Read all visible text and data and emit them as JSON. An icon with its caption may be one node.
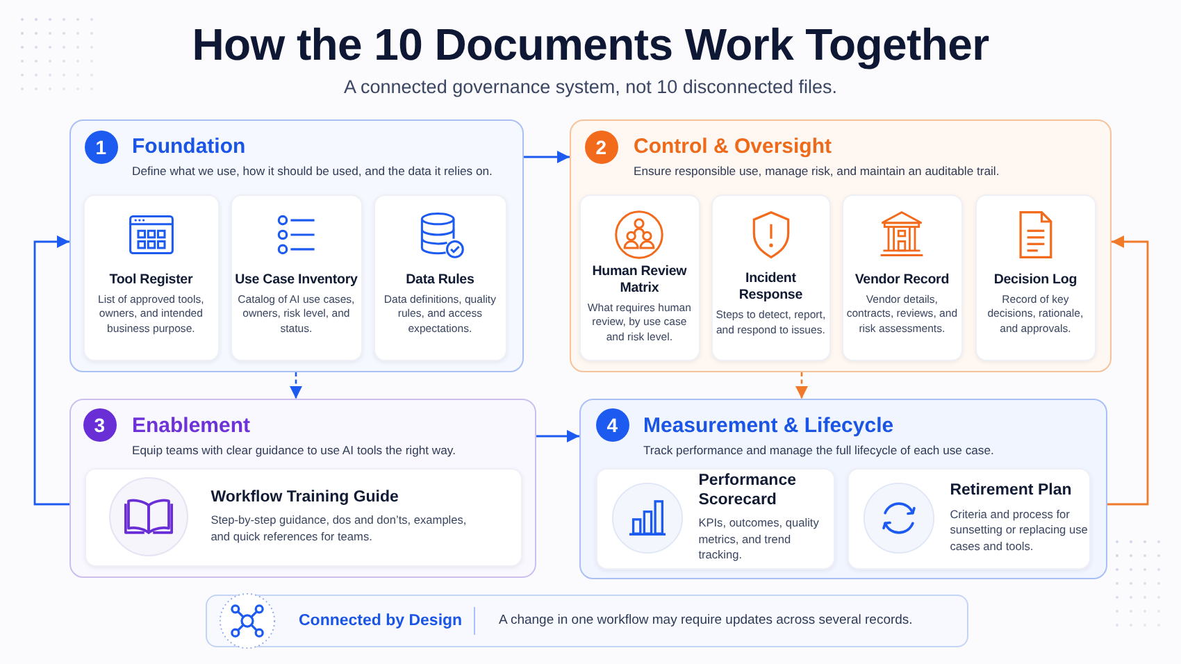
{
  "diagram": {
    "title": "How the 10 Documents Work Together",
    "nodes": [
      {
        "text": [
          "Foundation",
          "Define what we use, how it should be used, and the data it relies on."
        ]
      },
      {
        "text": [
          "1"
        ],
        "in": 0
      },
      {
        "text": [
          "Tool Register",
          "List of approved tools, owners, and intended business purpose."
        ],
        "in": 0
      },
      {
        "text": [
          "Use Case Inventory",
          "Catalog of AI use cases, owners, risk level, and status."
        ],
        "in": 0
      },
      {
        "text": [
          "Data Rules",
          "Data definitions, quality rules, and access expectations."
        ],
        "in": 0
      },
      {
        "text": [
          "Control & Oversight",
          "Ensure responsible use, manage risk, and maintain an auditable trail."
        ]
      },
      {
        "text": [
          "2"
        ],
        "in": 5
      },
      {
        "text": [
          "Human Review Matrix",
          "What requires human review, by use case and risk level."
        ],
        "in": 5
      },
      {
        "text": [
          "Incident Response",
          "Steps to detect, report, and respond to issues."
        ],
        "in": 5
      },
      {
        "text": [
          "Vendor Record",
          "Vendor details, contracts, reviews, and risk assessments."
        ],
        "in": 5
      },
      {
        "text": [
          "Decision Log",
          "Record of key decisions, rationale, and approvals."
        ],
        "in": 5
      },
      {
        "text": [
          "Enablement",
          "Equip teams with clear guidance to use AI tools the right way."
        ]
      },
      {
        "text": [
          "3"
        ],
        "in": 11
      },
      {
        "text": [
          "Workflow Training Guide",
          "Step-by-step guidance, dos and don’ts, examples, and quick references for teams."
        ],
        "in": 11
      },
      {
        "text": [
          "Measurement & Lifecycle",
          "Track performance and manage the full lifecycle of each use case."
        ]
      },
      {
        "text": [
          "4"
        ],
        "in": 14
      },
      {
        "text": [
          "Performance Scorecard",
          "KPIs, outcomes, quality metrics, and trend tracking."
        ],
        "in": 14
      },
      {
        "text": [
          "Retirement Plan",
          "Criteria and process for sunsetting or replacing use cases and tools."
        ],
        "in": 14
      },
      {
        "text": [
          "Connected by Design",
          "A change in one workflow may require updates across several records."
        ]
      }
    ],
    "edges": [
      {
        "from": 0,
        "to": 5,
        "arrow": "to"
      },
      {
        "from": 0,
        "to": 11,
        "arrow": "to",
        "style": "dashed"
      },
      {
        "from": 5,
        "to": 14,
        "arrow": "to",
        "style": "dashed",
        "color": "#f07a2a"
      },
      {
        "from": 11,
        "to": 14,
        "arrow": "to"
      },
      {
        "from": 11,
        "to": 0,
        "arrow": "to"
      },
      {
        "from": 14,
        "to": 5,
        "arrow": "to",
        "color": "#f07a2a"
      }
    ],
    "labels": [
      "A connected governance system, not 10 disconnected files."
    ]
  }
}
